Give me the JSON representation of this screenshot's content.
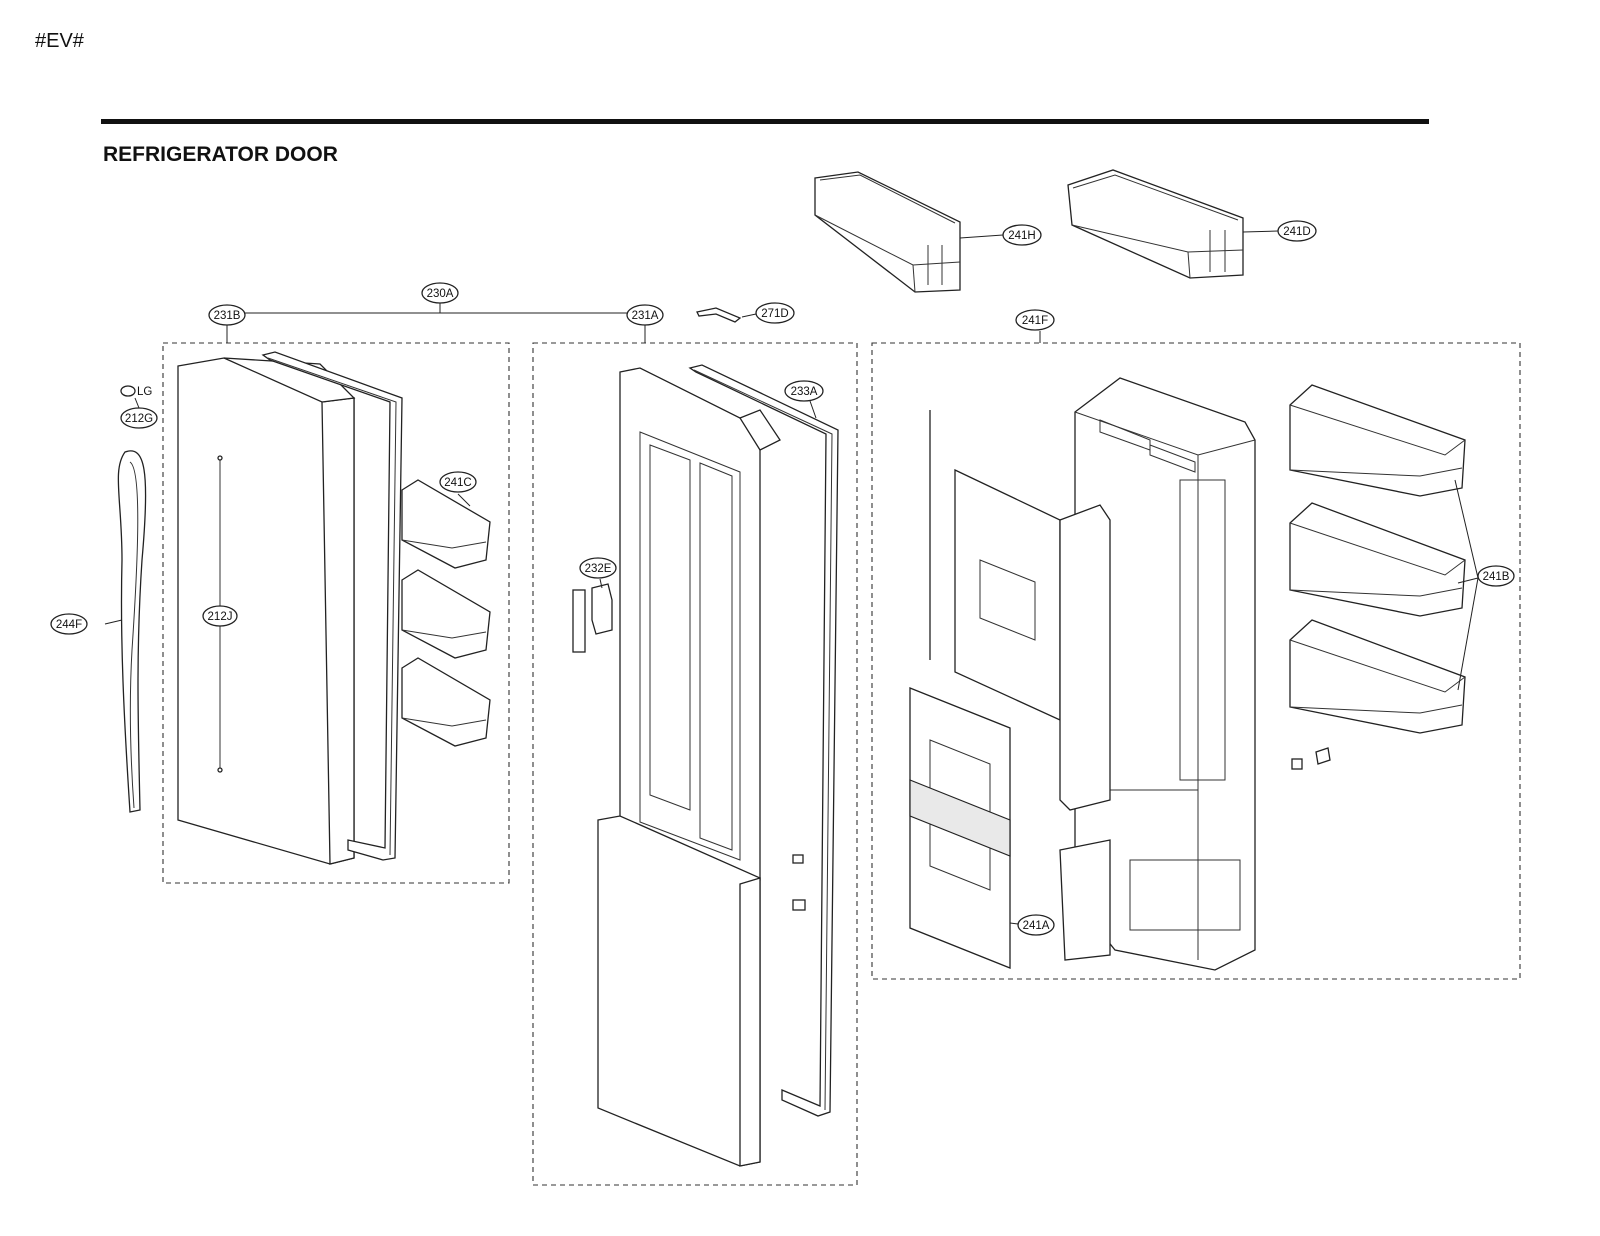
{
  "header": {
    "corner_code": "#EV#",
    "section_title": "REFRIGERATOR DOOR"
  },
  "callouts": {
    "c230A": "230A",
    "c231B": "231B",
    "c231A": "231A",
    "c271D": "271D",
    "c241H": "241H",
    "c241D": "241D",
    "c241F": "241F",
    "c212G": "212G",
    "c244F": "244F",
    "c212J": "212J",
    "c241C": "241C",
    "c233A": "233A",
    "c232E": "232E",
    "c241B": "241B",
    "c241A": "241A"
  },
  "badge": {
    "brand_mark": "LG"
  }
}
